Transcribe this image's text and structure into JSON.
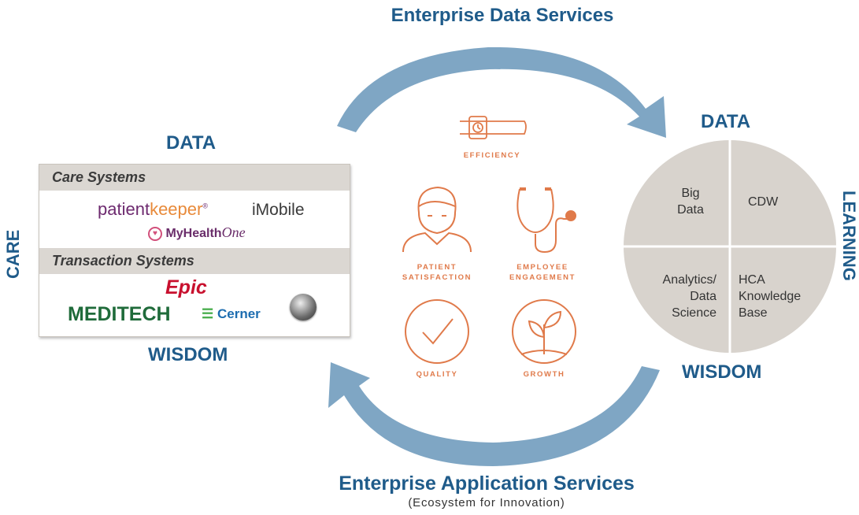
{
  "top_title": "Enterprise Data Services",
  "bottom_title": "Enterprise Application Services",
  "bottom_subtitle": "(Ecosystem for Innovation)",
  "left": {
    "top_label": "DATA",
    "bottom_label": "WISDOM",
    "side_label": "CARE",
    "care_systems_header": "Care Systems",
    "transaction_systems_header": "Transaction Systems",
    "logos": {
      "patientkeeper_a": "patient",
      "patientkeeper_b": "keeper",
      "patientkeeper_mark": "®",
      "imobile": "iMobile",
      "myhealth_a": "MyHealth",
      "myhealth_b": "One",
      "epic": "Epic",
      "meditech": "MEDITECH",
      "cerner": "Cerner"
    }
  },
  "center": {
    "efficiency": "EFFICIENCY",
    "patient_satisfaction_1": "PATIENT",
    "patient_satisfaction_2": "SATISFACTION",
    "employee_engagement_1": "EMPLOYEE",
    "employee_engagement_2": "ENGAGEMENT",
    "quality": "QUALITY",
    "growth": "GROWTH"
  },
  "right": {
    "top_label": "DATA",
    "bottom_label": "WISDOM",
    "side_label": "LEARNING",
    "quadrants": {
      "top_left_1": "Big",
      "top_left_2": "Data",
      "top_right": "CDW",
      "bottom_left_1": "Analytics/",
      "bottom_left_2": "Data",
      "bottom_left_3": "Science",
      "bottom_right_1": "HCA",
      "bottom_right_2": "Knowledge",
      "bottom_right_3": "Base"
    }
  },
  "colors": {
    "title_blue": "#1f5b8a",
    "arrow_blue": "#7fa6c4",
    "icon_orange": "#e07a4a",
    "circle_gray": "#d8d3cd",
    "band_gray": "#dbd7d2"
  },
  "icons": [
    "watch-icon",
    "person-icon",
    "stethoscope-icon",
    "checkmark-icon",
    "sprout-icon",
    "cerner-icon",
    "globe-seal-icon",
    "heart-icon"
  ]
}
